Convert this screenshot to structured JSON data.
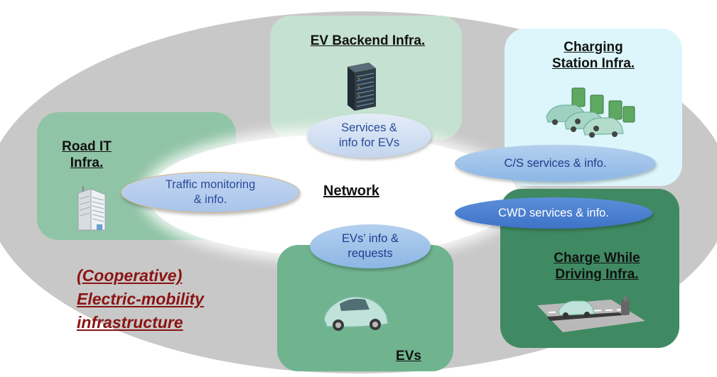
{
  "network_label": "Network",
  "ecosystem_label": "(Cooperative)\nElectric-mobility\ninfrastructure",
  "boxes": {
    "ev_backend": "EV Backend Infra.",
    "charging_station": "Charging\nStation Infra.",
    "road_it": "Road IT\nInfra.",
    "cwd": "Charge While\nDriving Infra.",
    "evs": "EVs"
  },
  "bubbles": {
    "services": "Services &\ninfo for EVs",
    "cs": "C/S services & info.",
    "traffic": "Traffic monitoring\n& info.",
    "cwd": "CWD services & info.",
    "evs": "EVs’ info &\nrequests"
  },
  "colors": {
    "outer": "#c8c8c8",
    "ev_backend": "#c5e1d1",
    "charging_station": "#dcf6fb",
    "road_it": "#90c4a6",
    "evs": "#6fb48f",
    "cwd": "#3f8a62",
    "ecosystem_text": "#8b1414"
  },
  "icons": [
    "server-icon",
    "charging-cars-icon",
    "office-building-icon",
    "car-icon",
    "road-charging-car-icon"
  ]
}
